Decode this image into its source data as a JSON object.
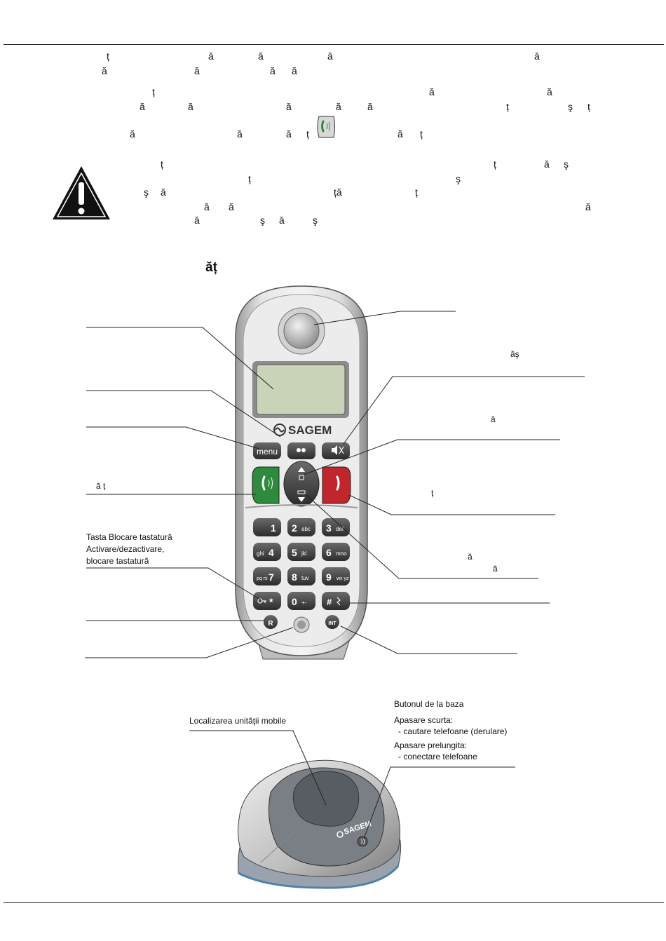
{
  "paragraph_1": {
    "line_1": [
      "ț",
      "ă",
      "ă",
      "ă",
      "ă"
    ],
    "line_2": [
      "ă",
      "ă",
      "ă",
      "ă"
    ]
  },
  "paragraph_2": {
    "line_1": [
      "ț",
      "ă",
      "ă"
    ],
    "line_2": [
      "ă",
      "ă",
      "ă",
      "ă",
      "ă",
      "ț",
      "ş",
      "ț"
    ],
    "line_3": [
      "ă",
      "ă",
      "ă",
      "ț",
      "ă",
      "ț"
    ]
  },
  "warning": {
    "icon": "warning-triangle-icon",
    "line_1": [
      "ț",
      "ț",
      "ă",
      "ş"
    ],
    "line_2": [
      "ț",
      "ş"
    ],
    "line_3": [
      "ş",
      "ă",
      "ță",
      "ț"
    ],
    "line_4": [
      "ă",
      "ă",
      "ă"
    ],
    "line_5": [
      "ă",
      "ş",
      "ă",
      "ş"
    ]
  },
  "section_title": "ăț",
  "handset": {
    "brand": "SAGEM",
    "keys": {
      "menu": "menu",
      "k1": "1",
      "k2": "2",
      "k2s": "abc",
      "k3": "3",
      "k3s": "def",
      "k4": "4",
      "k4s": "ghi",
      "k5": "5",
      "k5s": "jkl",
      "k6": "6",
      "k6s": "mno",
      "k7": "7",
      "k7s": "pq rs",
      "k8": "8",
      "k8s": "tuv",
      "k9": "9",
      "k9s": "wx yz",
      "kstar": "*",
      "k0": "0",
      "k0s": "+-",
      "khash": "#",
      "r": "R",
      "int": "INT"
    },
    "left_labels": {
      "call_key": "ă ț",
      "lock_key_1": "Tasta Blocare tastatură",
      "lock_key_2": "Activare/dezactivare,",
      "lock_key_3": "blocare tastatură"
    },
    "right_labels": {
      "r1": "ăş",
      "r2": "ă",
      "r3": "ț",
      "r4a": "ă",
      "r4b": "ă"
    }
  },
  "base": {
    "brand": "SAGEM",
    "locate_label": "Localizarea unităţii mobile",
    "button_title": "Butonul de la baza",
    "short_press": "Apasare scurta:",
    "short_action": "- cautare telefoane (derulare)",
    "long_press": "Apasare prelungita:",
    "long_action": "- conectare telefoane"
  },
  "colors": {
    "green_key": "#2e8b3e",
    "red_key": "#c0262b",
    "screen": "#c9d3b8"
  }
}
